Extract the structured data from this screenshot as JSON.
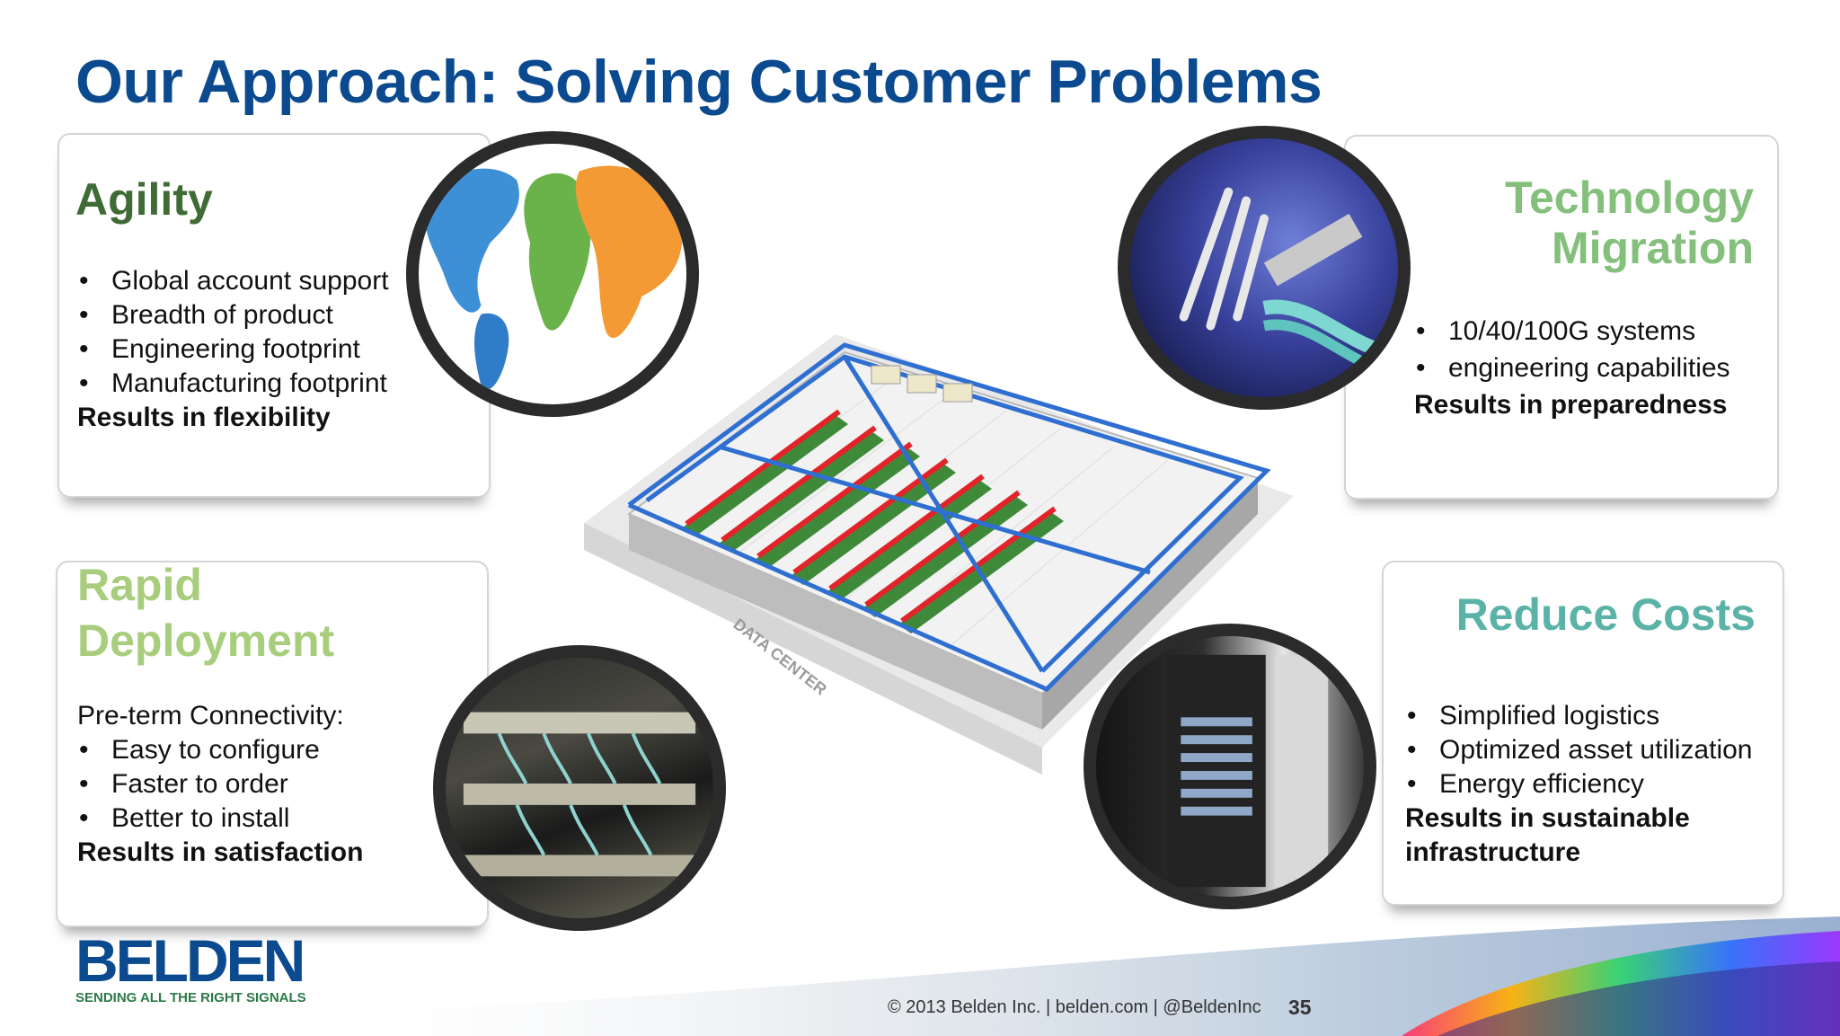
{
  "slide": {
    "title": "Our Approach: Solving Customer Problems",
    "page_number": "35"
  },
  "agility": {
    "heading": "Agility",
    "bullets": [
      "Global account support",
      "Breadth of product",
      "Engineering footprint",
      "Manufacturing footprint"
    ],
    "result": "Results in flexibility"
  },
  "technology_migration": {
    "heading_line1": "Technology",
    "heading_line2": "Migration",
    "bullets": [
      "10/40/100G systems",
      "engineering capabilities"
    ],
    "result": "Results in preparedness"
  },
  "rapid_deployment": {
    "heading_line1": "Rapid",
    "heading_line2": "Deployment",
    "lead": "Pre-term Connectivity:",
    "bullets": [
      "Easy to configure",
      "Faster to order",
      "Better to install"
    ],
    "result": "Results in satisfaction"
  },
  "reduce_costs": {
    "heading": "Reduce Costs",
    "bullets": [
      "Simplified logistics",
      "Optimized asset utilization",
      "Energy efficiency"
    ],
    "result_line1": "Results in sustainable",
    "result_line2": "infrastructure"
  },
  "illustration": {
    "floor_label": "DATA CENTER"
  },
  "branding": {
    "logo_word": "BELDEN",
    "tagline": "SENDING ALL THE RIGHT SIGNALS",
    "footer": "© 2013 Belden Inc.  |  belden.com  |  @BeldenInc",
    "brand_color": "#0b4a8f"
  },
  "colors": {
    "agility": "#3f6b35",
    "technology_migration": "#84c07c",
    "rapid_deployment": "#a8cd7d",
    "reduce_costs": "#5ab3a6"
  }
}
